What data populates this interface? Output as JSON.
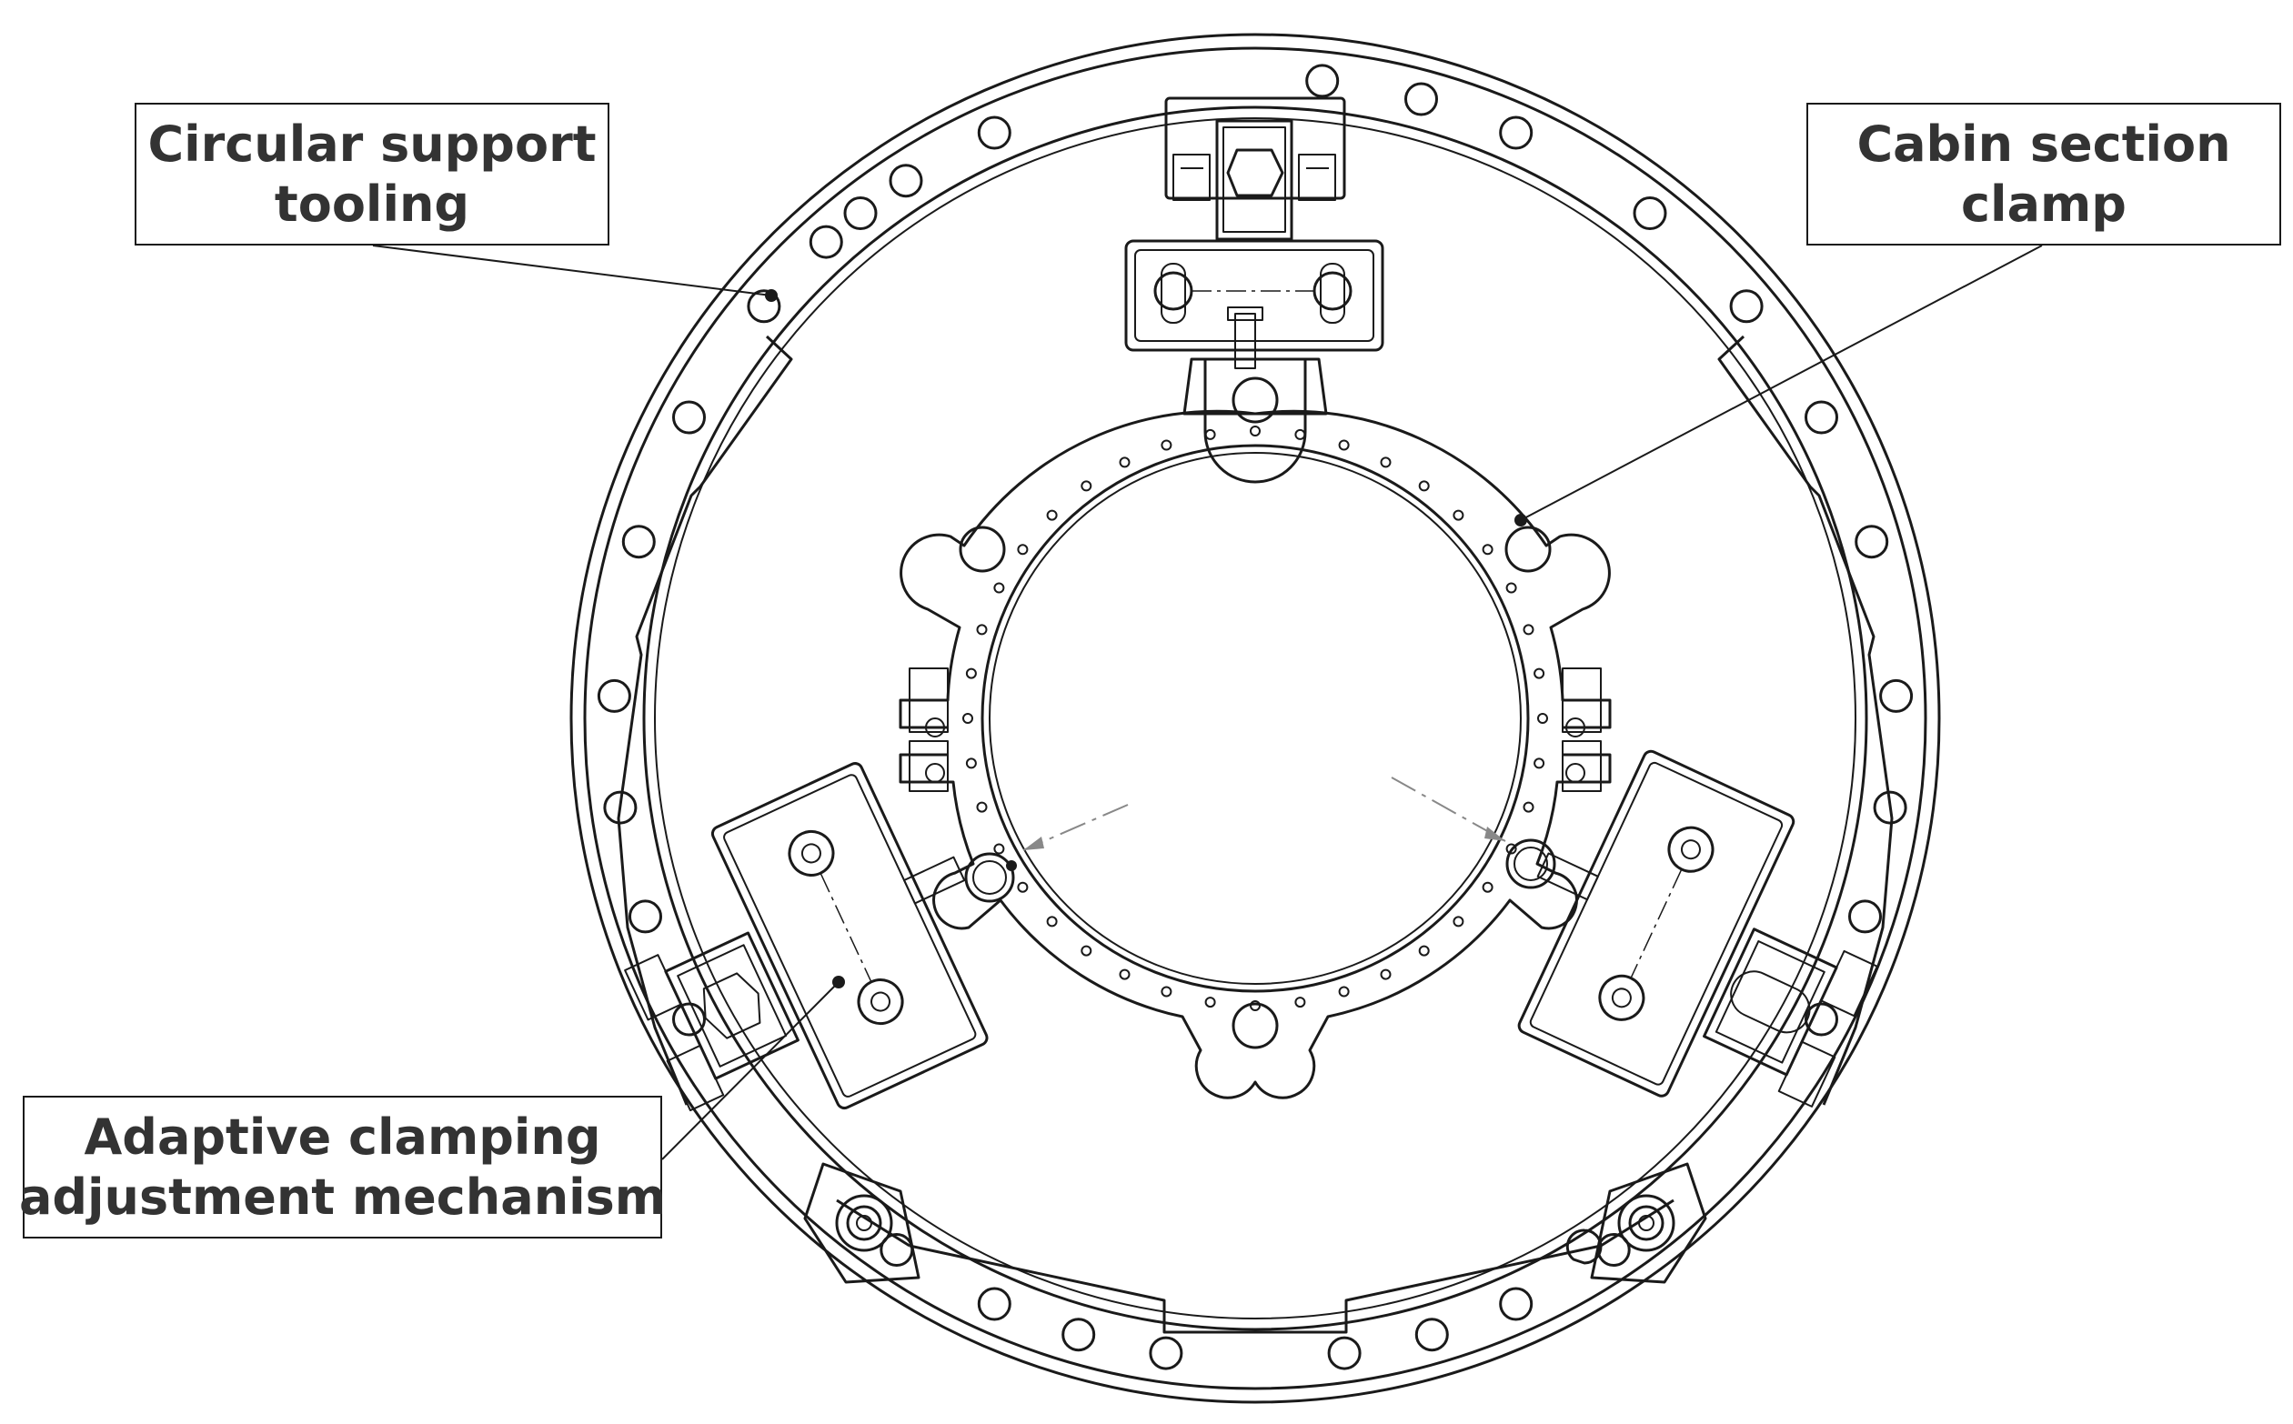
{
  "labels": {
    "circular_support": {
      "line1": "Circular support",
      "line2": "tooling"
    },
    "cabin_clamp": {
      "line1": "Cabin section",
      "line2": "clamp"
    },
    "adaptive_mechanism": {
      "line1": "Adaptive clamping",
      "line2": "adjustment mechanism"
    }
  },
  "colors": {
    "line": "#1a1a1a",
    "text": "#333333",
    "background": "#ffffff",
    "dimension": "#888888"
  }
}
